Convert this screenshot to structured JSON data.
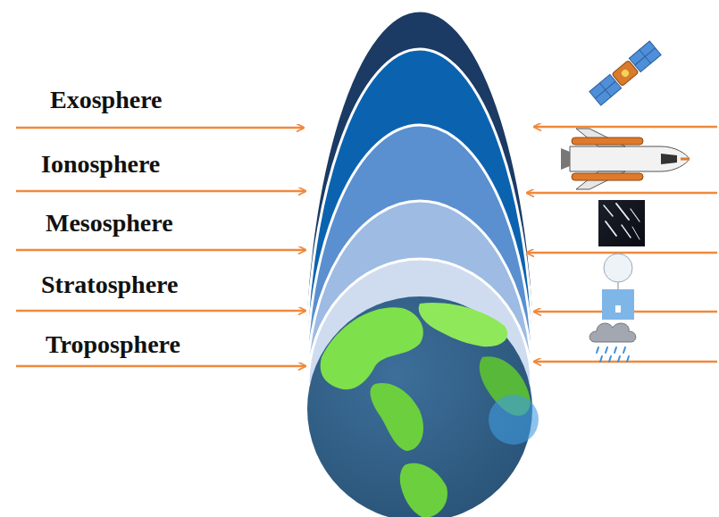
{
  "diagram": {
    "labels": [
      "Exosphere",
      "Ionosphere",
      "Mesosphere",
      "Stratosphere",
      "Troposphere"
    ]
  }
}
